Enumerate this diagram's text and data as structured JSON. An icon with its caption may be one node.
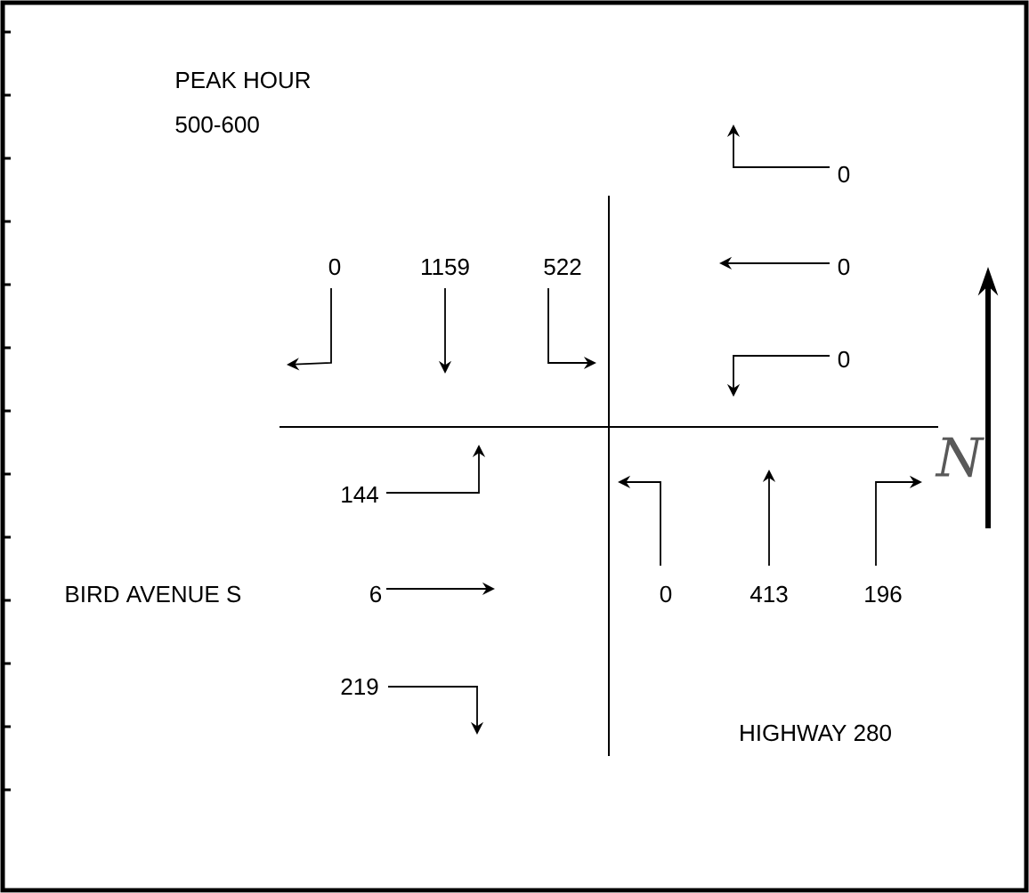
{
  "diagram": {
    "labels": [
      "PEAK HOUR",
      "500-600",
      "0",
      "0",
      "1159",
      "522",
      "0",
      "0",
      "N",
      "144",
      "BIRD AVENUE S",
      "6",
      "0",
      "413",
      "196",
      "219",
      "HIGHWAY 280"
    ]
  }
}
